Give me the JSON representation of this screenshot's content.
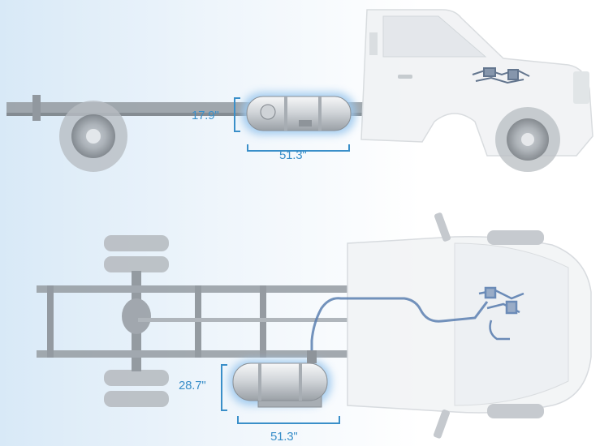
{
  "colors": {
    "dimension": "#3a8fc9",
    "tank_glow": "#9cc8ee",
    "fuel_line": "#5b7fb0",
    "truck_body": "#f2f4f6",
    "frame": "#8f959b"
  },
  "side_view": {
    "tank_height": "17.9\"",
    "tank_length": "51.3\""
  },
  "top_view": {
    "tank_height": "28.7\"",
    "tank_length": "51.3\""
  }
}
